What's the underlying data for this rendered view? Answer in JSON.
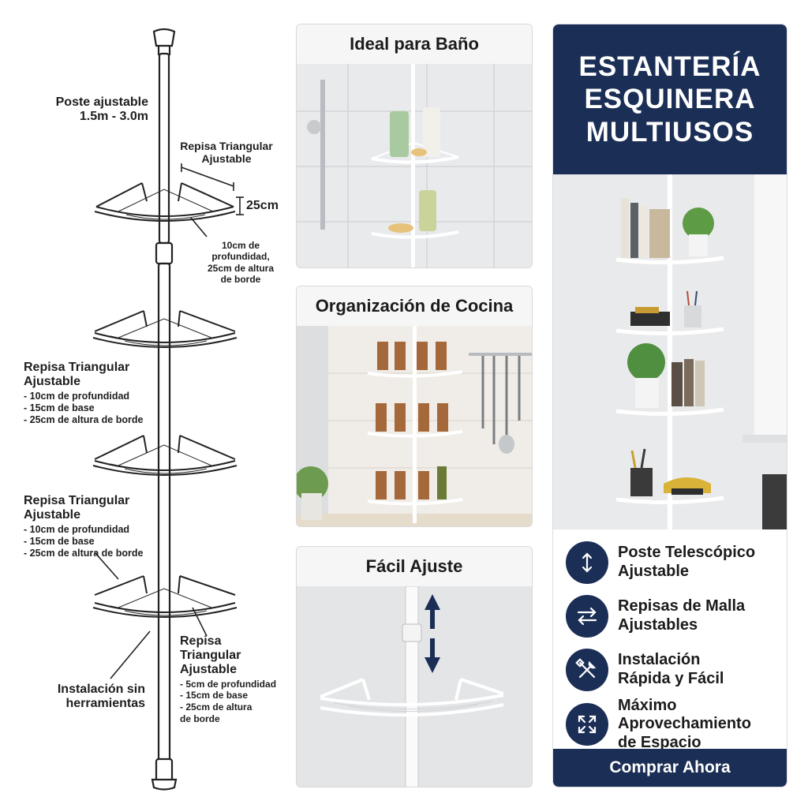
{
  "diagram": {
    "pole_label": [
      "Poste ajustable",
      "1.5m - 3.0m"
    ],
    "top_shelf_title": [
      "Repisa Triangular",
      "Ajustable"
    ],
    "height_label": "25cm",
    "top_shelf_note": [
      "10cm de",
      "profundidad,",
      "25cm de altura",
      "de borde"
    ],
    "shelf2": {
      "title": [
        "Repisa Triangular",
        "Ajustable"
      ],
      "bullets": [
        "10cm de profundidad",
        "15cm de base",
        "25cm de altura de borde"
      ]
    },
    "shelf3": {
      "title": [
        "Repisa Triangular",
        "Ajustable"
      ],
      "bullets": [
        "10cm de profundidad",
        "15cm de base",
        "25cm de altura de borde"
      ]
    },
    "shelf4": {
      "title": [
        "Repisa",
        "Triangular",
        "Ajustable"
      ],
      "bullets": [
        "5cm de profundidad",
        "15cm de base",
        "25cm de altura",
        "de borde"
      ]
    },
    "install_label": [
      "Instalación sin",
      "herramientas"
    ]
  },
  "cards": [
    {
      "title": "Ideal para Baño",
      "image": "bathroom-shower-shelf-photo"
    },
    {
      "title": "Organización de Cocina",
      "image": "kitchen-spice-shelf-photo"
    },
    {
      "title": "Fácil Ajuste",
      "image": "adjustable-pole-closeup-photo"
    }
  ],
  "panel": {
    "title": [
      "ESTANTERÍA",
      "ESQUINERA",
      "MULTIUSOS"
    ],
    "features": [
      {
        "icon": "vertical-arrows-icon",
        "text": [
          "Poste Telescópico",
          "Ajustable"
        ]
      },
      {
        "icon": "swap-arrows-icon",
        "text": [
          "Repisas de Malla",
          "Ajustables"
        ]
      },
      {
        "icon": "tools-icon",
        "text": [
          "Instalación",
          "Rápida y Fácil"
        ]
      },
      {
        "icon": "expand-arrows-icon",
        "text": [
          "Máximo",
          "Aprovechamiento",
          "de Espacio"
        ]
      }
    ],
    "cta": "Comprar Ahora"
  },
  "colors": {
    "navy": "#1b2e55",
    "white": "#ffffff",
    "text": "#1e1e1e"
  }
}
